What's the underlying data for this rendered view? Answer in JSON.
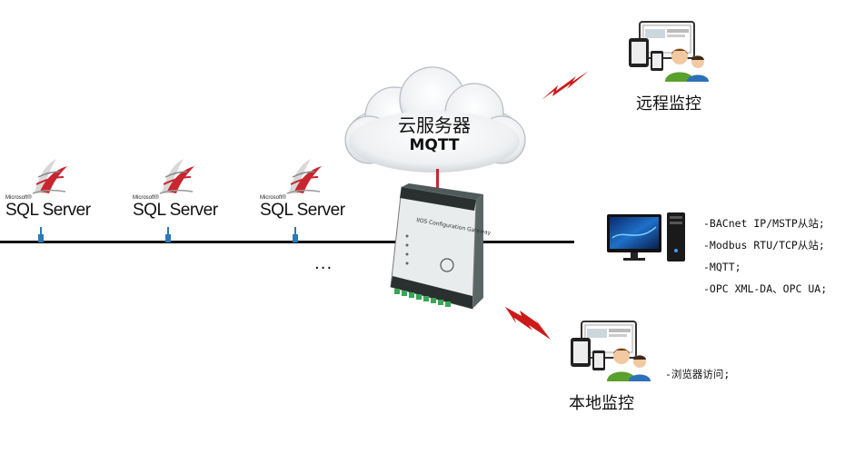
{
  "cloud": {
    "title": "云服务器",
    "protocol": "MQTT"
  },
  "sql_servers": [
    {
      "brand": "Microsoft®",
      "name": "SQL Server"
    },
    {
      "brand": "Microsoft®",
      "name": "SQL Server"
    },
    {
      "brand": "Microsoft®",
      "name": "SQL Server"
    }
  ],
  "ellipsis": "...",
  "gateway": {
    "label": "IIOS Configuration Gateway"
  },
  "remote": {
    "label": "远程监控"
  },
  "local": {
    "label": "本地监控",
    "note": "-浏览器访问;"
  },
  "protocols": [
    "-BACnet IP/MSTP从站;",
    "-Modbus RTU/TCP从站;",
    "-MQTT;",
    "-OPC XML-DA、OPC UA;"
  ],
  "icons": [
    "sql-server-logo-icon",
    "cloud-icon",
    "gateway-device-icon",
    "lightning-icon",
    "monitor-users-icon",
    "desktop-computer-icon"
  ],
  "colors": {
    "bus": "#111111",
    "connector": "#2a79b8",
    "lightning": "#cc1a1a",
    "sql_red": "#c8262e",
    "gateway": "#6c7a7a"
  }
}
